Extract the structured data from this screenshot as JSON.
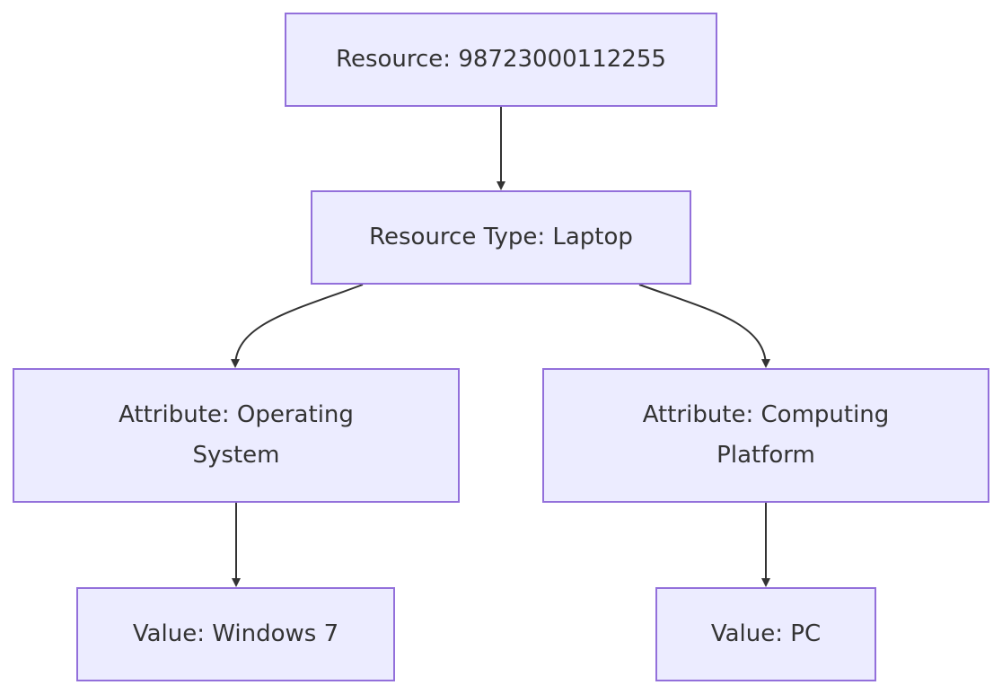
{
  "diagram": {
    "type": "flowchart",
    "direction": "top-down",
    "colors": {
      "node_fill": "#ececff",
      "node_border": "#9370db",
      "text": "#333333",
      "edge": "#333333"
    },
    "nodes": {
      "resource": {
        "label": "Resource: 98723000112255"
      },
      "resource_type": {
        "label": "Resource Type: Laptop"
      },
      "attr_os": {
        "label": "Attribute: Operating System"
      },
      "attr_cp": {
        "label": "Attribute: Computing Platform"
      },
      "value_os": {
        "label": "Value: Windows 7"
      },
      "value_cp": {
        "label": "Value: PC"
      }
    },
    "edges": [
      {
        "from": "resource",
        "to": "resource_type"
      },
      {
        "from": "resource_type",
        "to": "attr_os"
      },
      {
        "from": "resource_type",
        "to": "attr_cp"
      },
      {
        "from": "attr_os",
        "to": "value_os"
      },
      {
        "from": "attr_cp",
        "to": "value_cp"
      }
    ]
  }
}
